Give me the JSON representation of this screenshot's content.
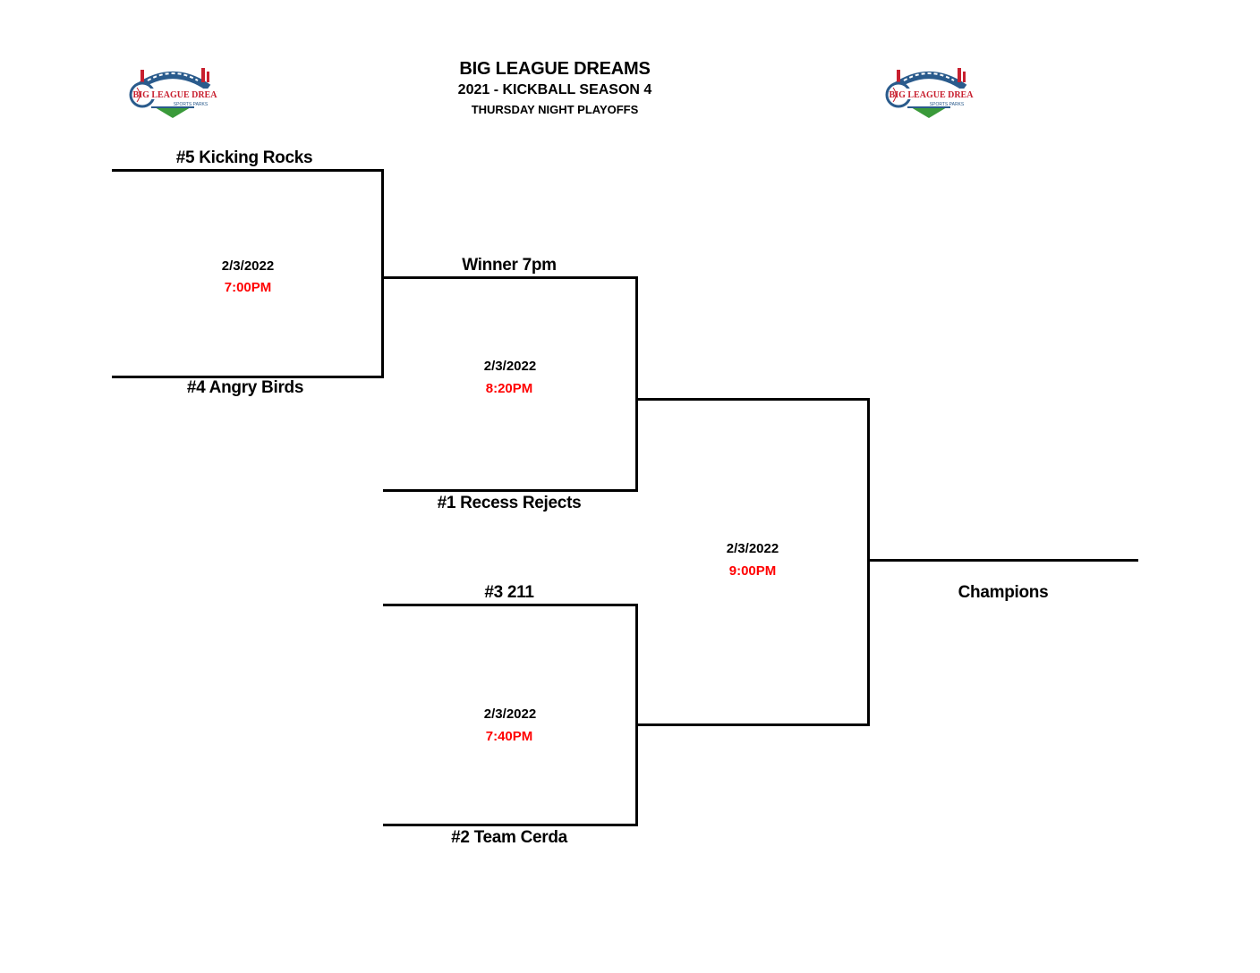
{
  "header": {
    "title": "BIG LEAGUE DREAMS",
    "subtitle": "2021 - KICKBALL SEASON 4",
    "event": "THURSDAY  NIGHT PLAYOFFS"
  },
  "logos": {
    "left": "big-league-dreams-logo",
    "right": "big-league-dreams-logo",
    "text": "BIG LEAGUE DREAMS",
    "subtext": "SPORTS PARKS"
  },
  "colors": {
    "time_text": "#ff0000",
    "logo_blue": "#2a5b8c",
    "logo_red": "#c8202f",
    "logo_green": "#3a9a3a"
  },
  "bracket": {
    "round1": {
      "top_team": "#5 Kicking Rocks",
      "bottom_team": "#4 Angry Birds",
      "date": "2/3/2022",
      "time": "7:00PM"
    },
    "round2_top": {
      "top_team": "Winner 7pm",
      "bottom_team": "#1 Recess Rejects",
      "date": "2/3/2022",
      "time": "8:20PM"
    },
    "round2_bottom": {
      "top_team": "#3 211",
      "bottom_team": "#2 Team Cerda",
      "date": "2/3/2022",
      "time": "7:40PM"
    },
    "final": {
      "date": "2/3/2022",
      "time": "9:00PM",
      "winner_label": "Champions"
    }
  }
}
